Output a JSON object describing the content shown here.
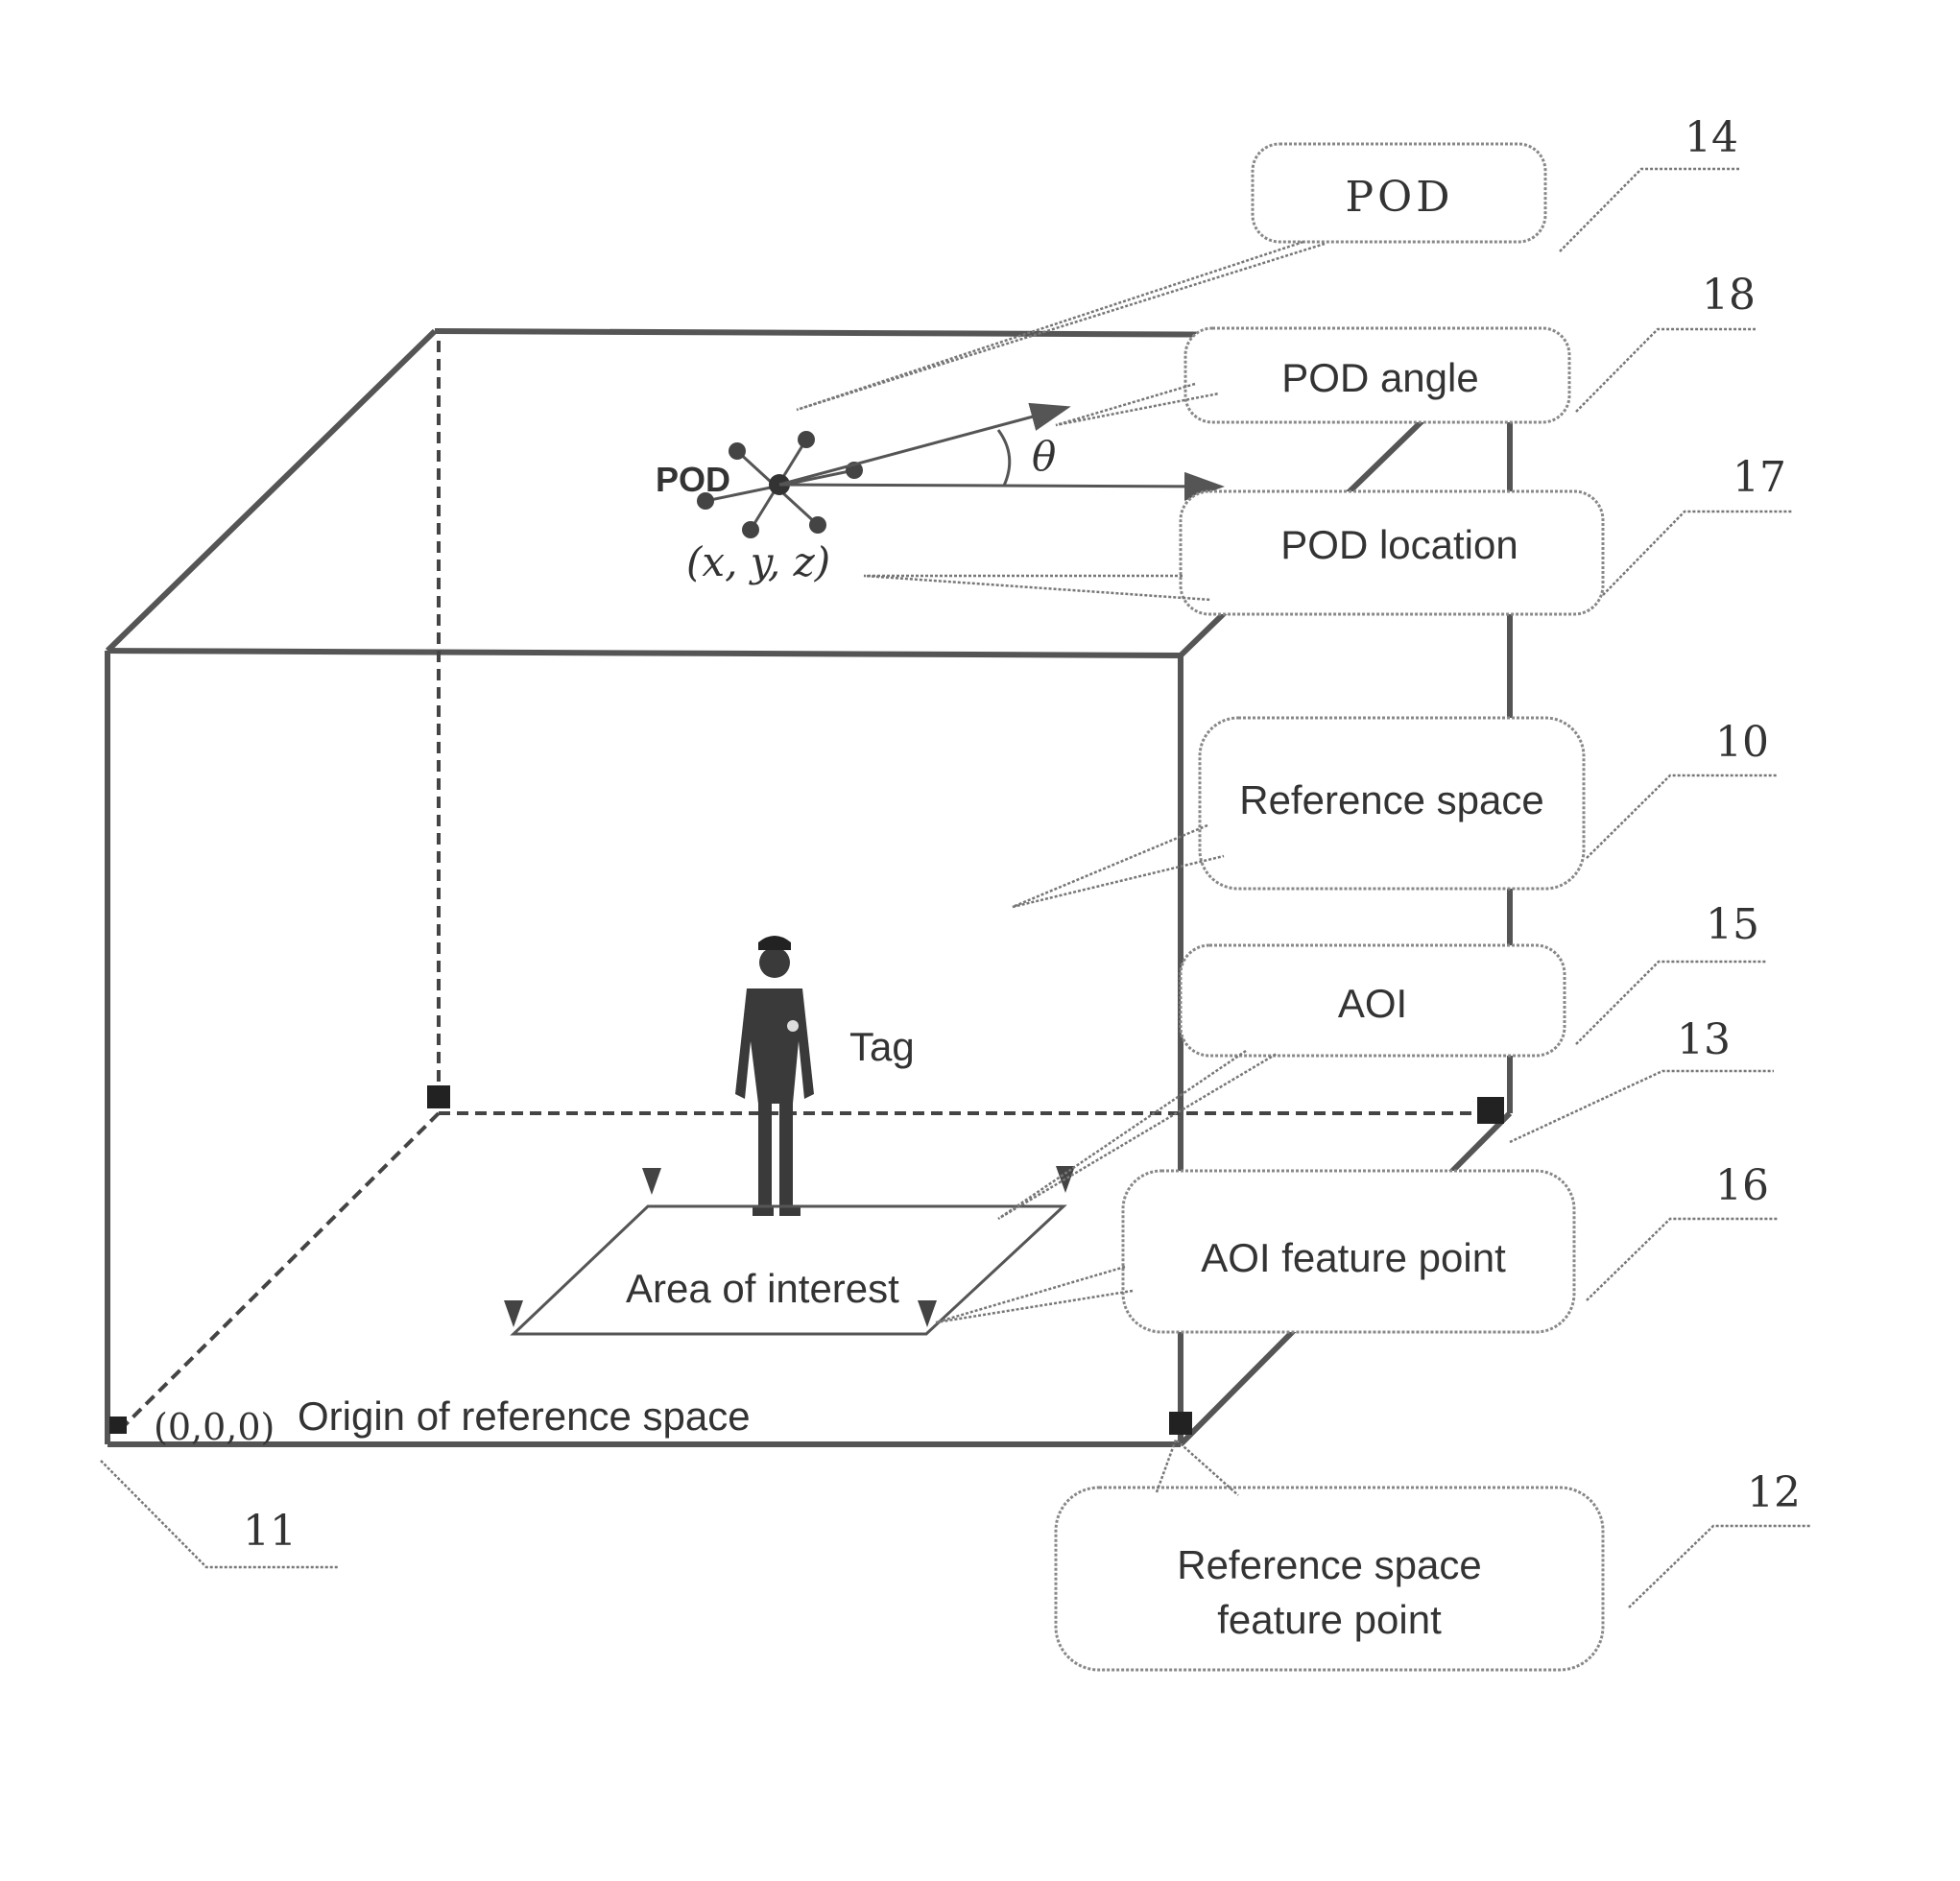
{
  "labels": {
    "pod_box": "POD",
    "pod_angle": "POD angle",
    "pod_location": "POD location",
    "reference_space": "Reference space",
    "aoi": "AOI",
    "aoi_feature_point": "AOI feature point",
    "ref_feature_point_line1": "Reference space",
    "ref_feature_point_line2": "feature point",
    "pod_marker": "POD",
    "pod_coords": "(x, y, z)",
    "theta": "θ",
    "tag": "Tag",
    "area_of_interest": "Area of interest",
    "origin_coords": "(0,0,0)",
    "origin_label": "Origin of reference space"
  },
  "reference_numerals": {
    "n14": "14",
    "n18": "18",
    "n17": "17",
    "n10": "10",
    "n15": "15",
    "n13": "13",
    "n16": "16",
    "n12": "12",
    "n11": "11"
  }
}
